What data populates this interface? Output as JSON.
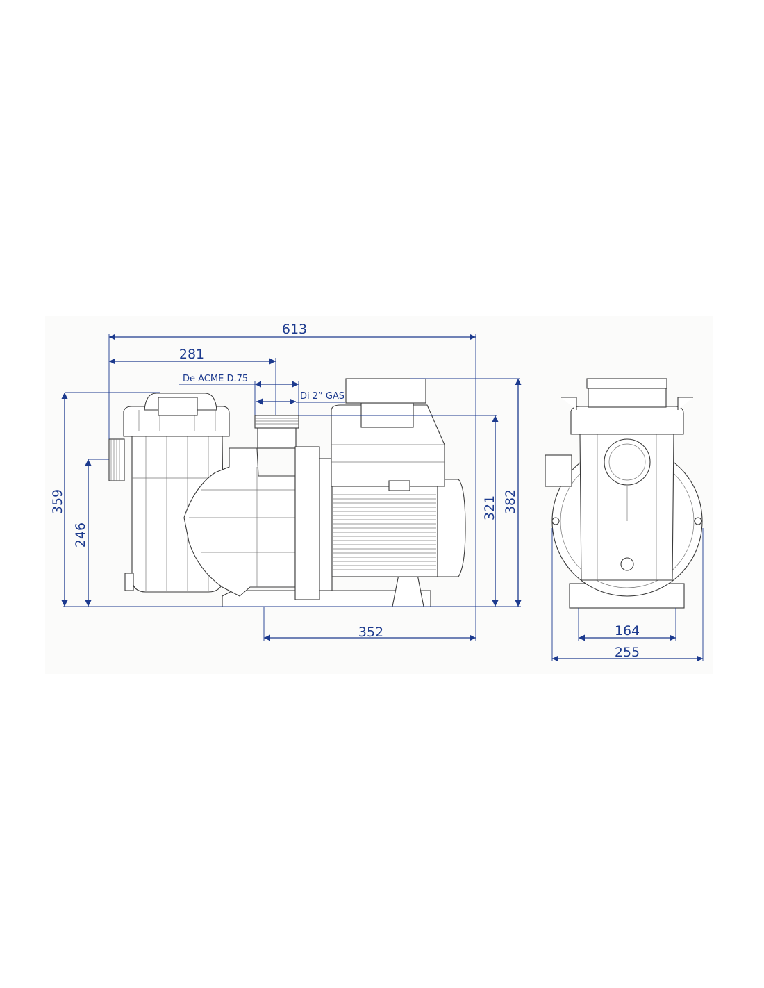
{
  "colors": {
    "dimension": "#1c3a8e",
    "drawing": "#3a3a3a",
    "panel": "#fbfbfa"
  },
  "side_view": {
    "overall_length": "613",
    "inlet_to_outlet": "281",
    "outlet_outer_label": "De ACME D.75",
    "outlet_inner_label": "Di 2” GAS",
    "total_height_strainer": "359",
    "inlet_height": "246",
    "outlet_height": "321",
    "total_height": "382",
    "base_length": "352"
  },
  "front_view": {
    "base_inner_width": "164",
    "overall_width": "255"
  }
}
